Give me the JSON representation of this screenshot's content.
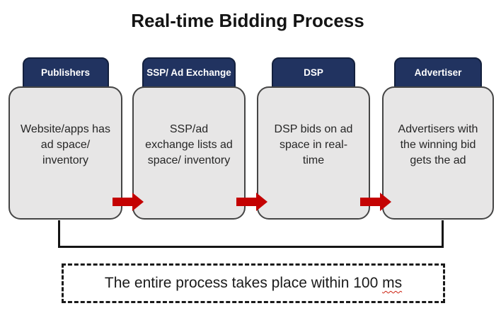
{
  "title": "Real-time Bidding Process",
  "stages": [
    {
      "header": "Publishers",
      "body": "Website/apps has\nad space/\ninventory"
    },
    {
      "header": "SSP/ Ad Exchange",
      "body": "SSP/ad\nexchange lists ad\nspace/ inventory"
    },
    {
      "header": "DSP",
      "body": "DSP bids on ad\nspace in real-\ntime"
    },
    {
      "header": "Advertiser",
      "body": "Advertisers with\nthe winning bid\ngets the ad"
    }
  ],
  "footer": {
    "text": "The entire process takes place within 100 ",
    "unit": "ms"
  },
  "icons": {
    "flow_arrow": "red-block-arrow-right"
  },
  "colors": {
    "header_navy": "#213360",
    "arrow_red": "#c40202",
    "box_fill": "#e7e6e6",
    "box_border": "#454545",
    "bracket_black": "#141414",
    "squiggle_red": "#cc2211"
  }
}
